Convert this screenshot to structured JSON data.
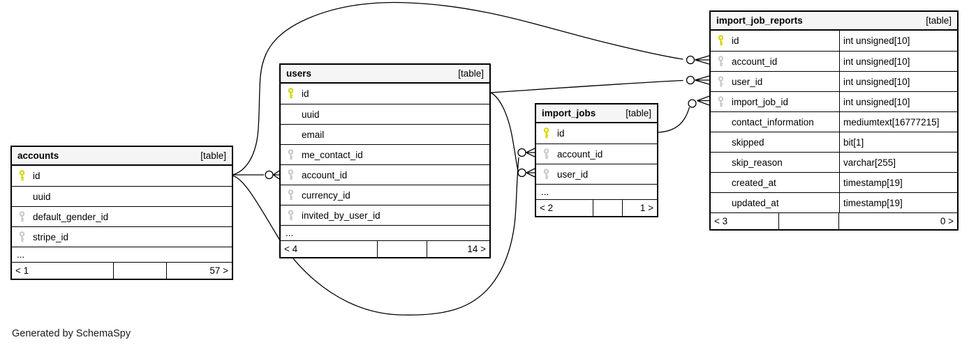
{
  "diagram": {
    "credit": "Generated by SchemaSpy"
  },
  "tables": [
    {
      "name": "accounts",
      "badge": "[table]",
      "columns": [
        {
          "name": "id",
          "key": "primary"
        },
        {
          "name": "uuid",
          "key": "none"
        },
        {
          "name": "default_gender_id",
          "key": "foreign"
        },
        {
          "name": "stripe_id",
          "key": "foreign"
        },
        {
          "name": "...",
          "key": "ellipsis"
        }
      ],
      "footer": {
        "left": "< 1",
        "middle": "",
        "right": "57 >"
      }
    },
    {
      "name": "users",
      "badge": "[table]",
      "columns": [
        {
          "name": "id",
          "key": "primary"
        },
        {
          "name": "uuid",
          "key": "none"
        },
        {
          "name": "email",
          "key": "none"
        },
        {
          "name": "me_contact_id",
          "key": "foreign"
        },
        {
          "name": "account_id",
          "key": "foreign"
        },
        {
          "name": "currency_id",
          "key": "foreign"
        },
        {
          "name": "invited_by_user_id",
          "key": "foreign"
        },
        {
          "name": "...",
          "key": "ellipsis"
        }
      ],
      "footer": {
        "left": "< 4",
        "middle": "",
        "right": "14 >"
      }
    },
    {
      "name": "import_jobs",
      "badge": "[table]",
      "columns": [
        {
          "name": "id",
          "key": "primary"
        },
        {
          "name": "account_id",
          "key": "foreign"
        },
        {
          "name": "user_id",
          "key": "foreign"
        },
        {
          "name": "...",
          "key": "ellipsis"
        }
      ],
      "footer": {
        "left": "< 2",
        "middle": "",
        "right": "1 >"
      }
    },
    {
      "name": "import_job_reports",
      "badge": "[table]",
      "columns": [
        {
          "name": "id",
          "key": "primary",
          "type": "int unsigned[10]"
        },
        {
          "name": "account_id",
          "key": "foreign",
          "type": "int unsigned[10]"
        },
        {
          "name": "user_id",
          "key": "foreign",
          "type": "int unsigned[10]"
        },
        {
          "name": "import_job_id",
          "key": "foreign",
          "type": "int unsigned[10]"
        },
        {
          "name": "contact_information",
          "key": "none",
          "type": "mediumtext[16777215]"
        },
        {
          "name": "skipped",
          "key": "none",
          "type": "bit[1]"
        },
        {
          "name": "skip_reason",
          "key": "none",
          "type": "varchar[255]"
        },
        {
          "name": "created_at",
          "key": "none",
          "type": "timestamp[19]"
        },
        {
          "name": "updated_at",
          "key": "none",
          "type": "timestamp[19]"
        }
      ],
      "footer": {
        "left": "< 3",
        "middle": "",
        "right": "0 >"
      }
    }
  ],
  "relationships": [
    {
      "from": "accounts.id",
      "to": "users.account_id"
    },
    {
      "from": "accounts.id",
      "to": "import_jobs.account_id"
    },
    {
      "from": "accounts.id",
      "to": "import_job_reports.account_id"
    },
    {
      "from": "users.id",
      "to": "import_jobs.user_id"
    },
    {
      "from": "users.id",
      "to": "import_job_reports.user_id"
    },
    {
      "from": "import_jobs.id",
      "to": "import_job_reports.import_job_id"
    }
  ],
  "icon_colors": {
    "primary_key": "#d6d600",
    "foreign_key": "#c9c9c9"
  }
}
